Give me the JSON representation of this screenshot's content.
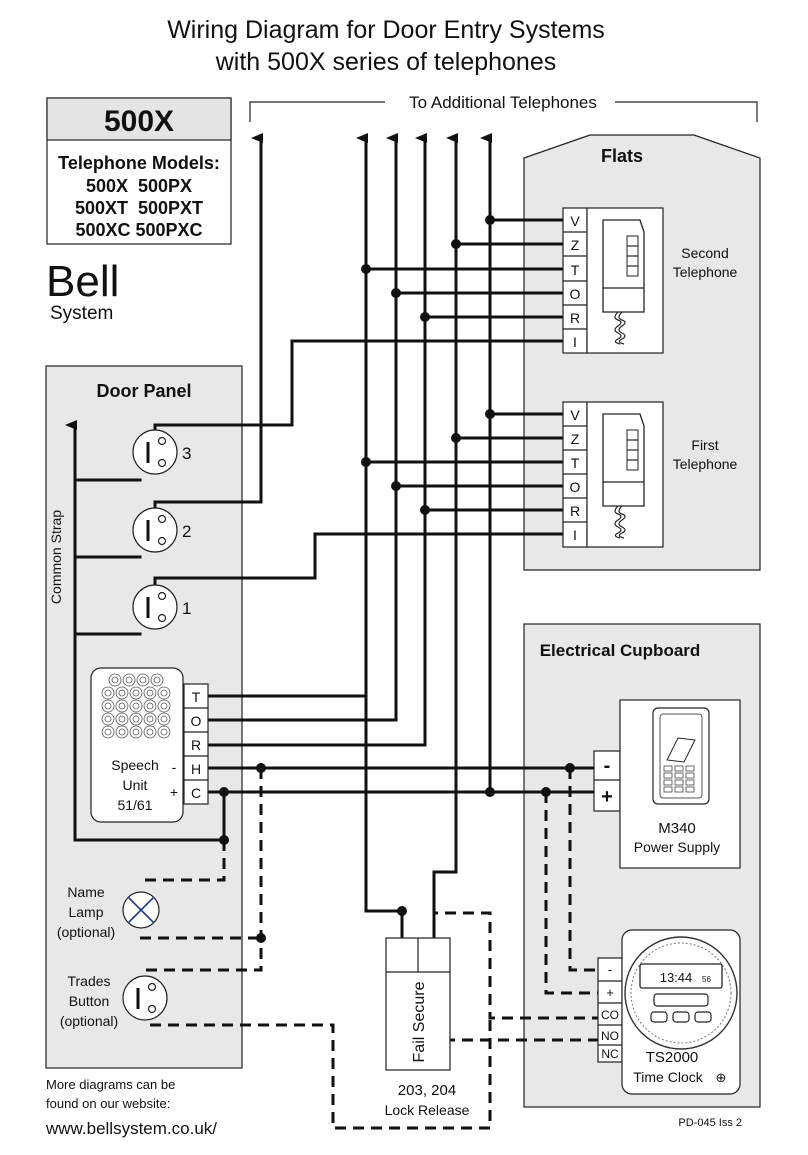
{
  "title": {
    "line1": "Wiring Diagram for Door Entry Systems",
    "line2": "with 500X series of telephones"
  },
  "model_box": {
    "heading": "500X",
    "subheading": "Telephone Models:",
    "models_line1": "500X  500PX",
    "models_line2": "500XT  500PXT",
    "models_line3": "500XC 500PXC"
  },
  "brand": {
    "name": "Bell",
    "sub": "System"
  },
  "additional_phones_label": "To Additional Telephones",
  "flats": {
    "title": "Flats",
    "terminals": [
      "V",
      "Z",
      "T",
      "O",
      "R",
      "I"
    ],
    "second_phone": {
      "line1": "Second",
      "line2": "Telephone"
    },
    "first_phone": {
      "line1": "First",
      "line2": "Telephone"
    }
  },
  "door_panel": {
    "title": "Door Panel",
    "common_strap": "Common Strap",
    "buttons": [
      "3",
      "2",
      "1"
    ],
    "speech_unit": {
      "line1": "Speech",
      "line2": "Unit",
      "line3": "51/61"
    },
    "speech_terminals": [
      "T",
      "O",
      "R",
      "H",
      "C"
    ],
    "minus": "-",
    "plus": "+",
    "name_lamp": {
      "line1": "Name",
      "line2": "Lamp",
      "line3": "(optional)"
    },
    "trades_button": {
      "line1": "Trades",
      "line2": "Button",
      "line3": "(optional)"
    }
  },
  "cupboard": {
    "title": "Electrical Cupboard",
    "psu": {
      "minus": "-",
      "plus": "+",
      "name": "M340",
      "desc": "Power Supply"
    },
    "clock": {
      "terminals": [
        "-",
        "+",
        "CO",
        "NO",
        "NC"
      ],
      "display": "13:44",
      "seconds": "56",
      "name": "TS2000",
      "desc": "Time Clock",
      "symbol": "⊕"
    }
  },
  "lock": {
    "label": "Fail Secure",
    "model": "203, 204",
    "desc": "Lock Release"
  },
  "footer": {
    "more_line1": "More diagrams can be",
    "more_line2": "found on our website:",
    "url": "www.bellsystem.co.uk/",
    "ref": "PD-045 Iss 2"
  }
}
